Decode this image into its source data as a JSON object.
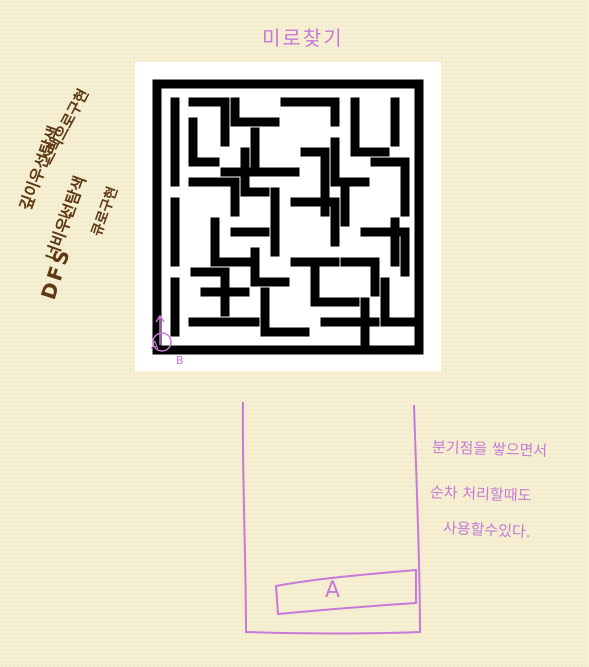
{
  "title": "미로찾기",
  "left_notes": [
    "스택으로구현",
    "깊이우선탐색",
    "너비우선탐색",
    "큐로구현",
    "DFS",
    "└"
  ],
  "maze": {
    "start_label": "A",
    "end_label": "B"
  },
  "stack": {
    "item_label": "A"
  },
  "right_notes": [
    "분기점을 쌓으면서",
    "순차 처리할때도",
    "사용할수있다."
  ],
  "colors": {
    "annotation_purple": "#c77bd8",
    "annotation_brown": "#5e3a14",
    "paper": "#f6efd2",
    "maze_wall": "#000000"
  }
}
